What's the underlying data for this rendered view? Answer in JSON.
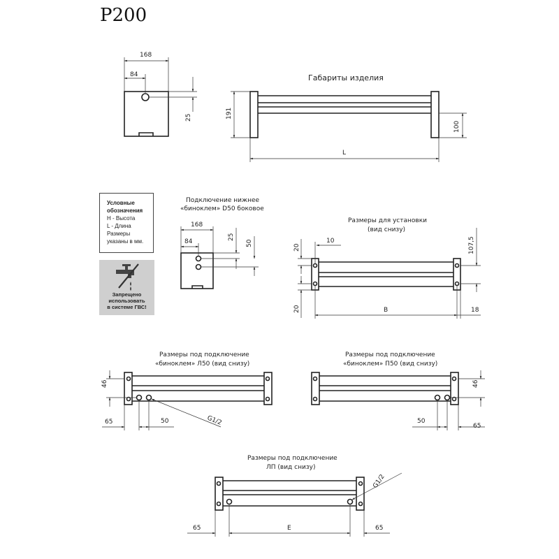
{
  "title": "P200",
  "labels": {
    "gabarity": "Габариты изделия",
    "bottom_side_1": "Подключение нижнее",
    "bottom_side_2": "«биноклем» D50 боковое",
    "install_1": "Размеры для установки",
    "install_2": "(вид снизу)",
    "left_conn_1": "Размеры под подключение",
    "left_conn_2": "«биноклем» Л50 (вид снизу)",
    "right_conn_1": "Размеры под подключение",
    "right_conn_2": "«биноклем» П50 (вид снизу)",
    "lp_1": "Размеры под подключение",
    "lp_2": "ЛП (вид снизу)"
  },
  "legend": {
    "title_1": "Условные",
    "title_2": "обозначения",
    "items": [
      "H - Высота",
      "L - Длина",
      "Размеры",
      "указаны в мм."
    ]
  },
  "warning": {
    "line_1": "Запрещено",
    "line_2": "использовать",
    "line_3": "в системе ГВС!",
    "icon": "no-tap-icon",
    "bg_color": "#cfcfcf"
  },
  "dims": {
    "front_width": "168",
    "front_half": "84",
    "front_offset": "25",
    "side_height": "191",
    "side_mount": "100",
    "length": "L",
    "side2_width": "168",
    "side2_half": "84",
    "side2_offset": "25",
    "side2_spacing": "50",
    "inst_top": "20",
    "inst_bolt": "10",
    "inst_bottom": "20",
    "inst_height": "107,5",
    "inst_length": "B",
    "inst_edge": "18",
    "l50_height": "46",
    "l50_edge": "65",
    "l50_spacing": "50",
    "l50_thread": "G1/2",
    "p50_height": "46",
    "p50_spacing": "50",
    "p50_edge": "65",
    "lp_thread": "G1/2",
    "lp_left": "65",
    "lp_center": "E",
    "lp_right": "65"
  }
}
